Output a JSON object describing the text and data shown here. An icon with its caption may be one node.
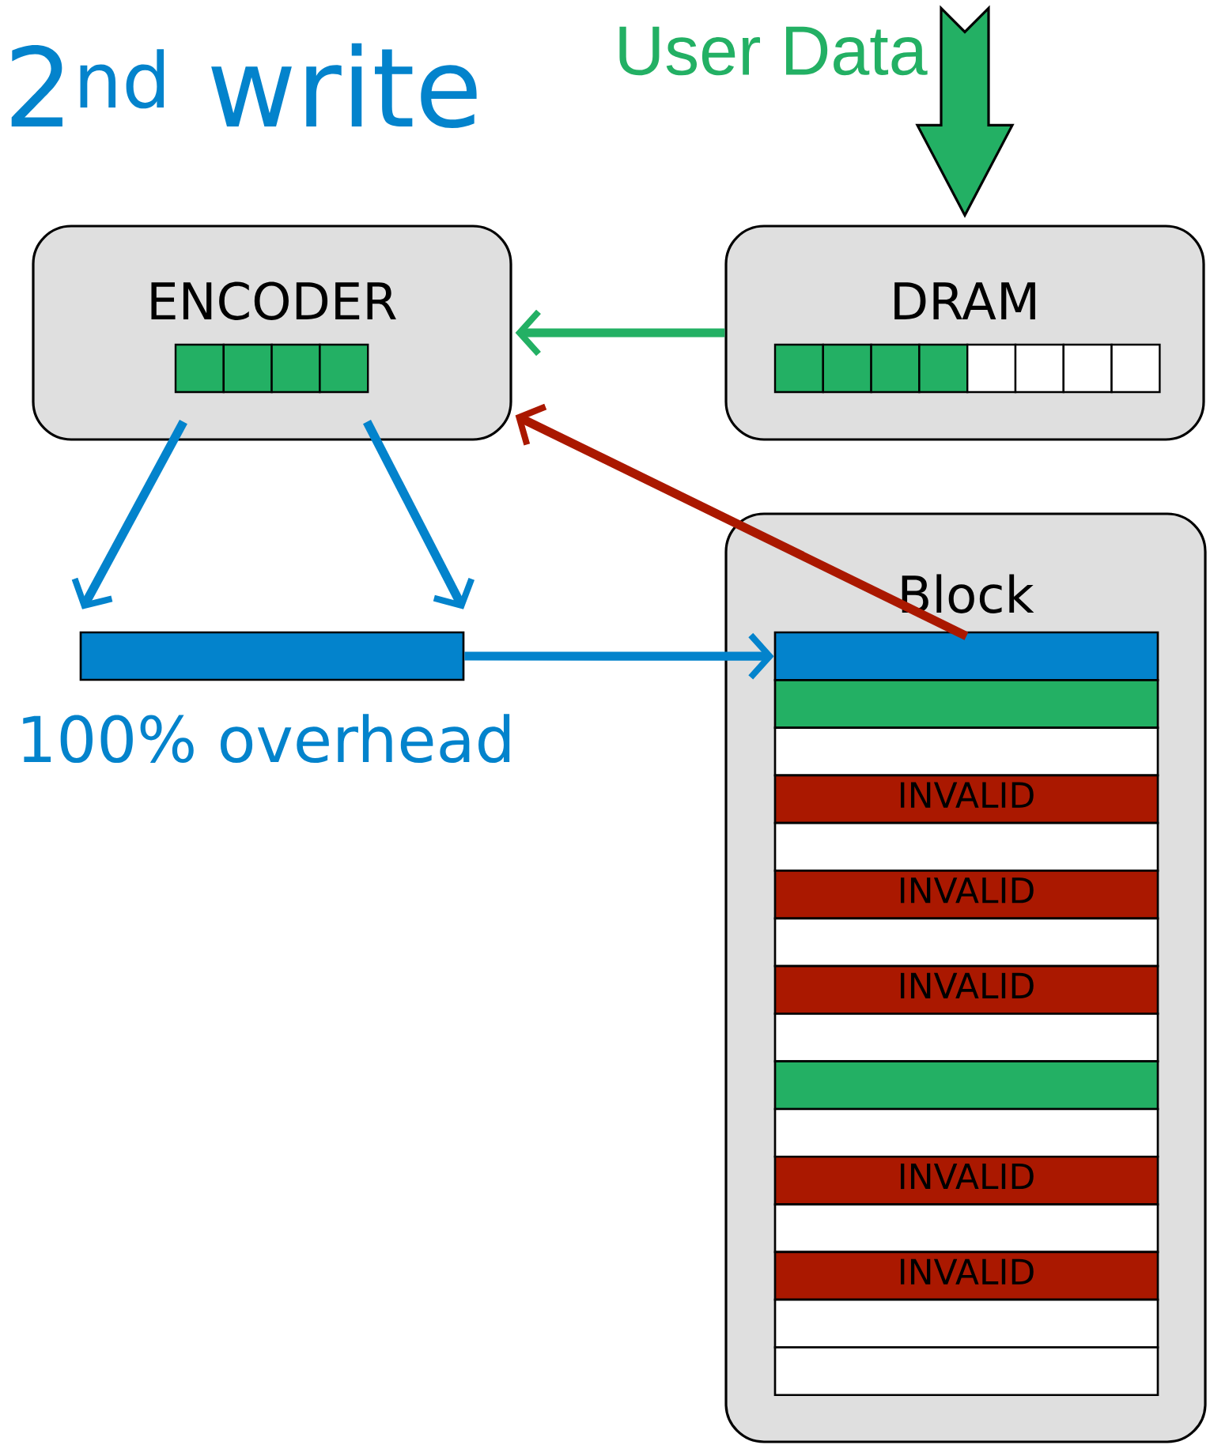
{
  "diagram": {
    "title": "2$^{nd}$ write",
    "nodes": [
      {
        "text": [
          "ENCODER"
        ]
      },
      {
        "text": [
          "DRAM"
        ]
      },
      {
        "text": [],
        "shape": "bar",
        "beside": [
          "100% overhead"
        ]
      },
      {
        "text": [
          "Block"
        ]
      },
      {
        "text": [],
        "shape": "bar",
        "in": 3
      },
      {
        "text": [],
        "shape": "bar",
        "in": 3
      },
      {
        "text": [],
        "shape": "bar",
        "in": 3
      },
      {
        "text": [
          "INVALID"
        ],
        "in": 3
      },
      {
        "text": [],
        "shape": "bar",
        "in": 3
      },
      {
        "text": [
          "INVALID"
        ],
        "in": 3
      },
      {
        "text": [],
        "shape": "bar",
        "in": 3
      },
      {
        "text": [
          "INVALID"
        ],
        "in": 3
      },
      {
        "text": [],
        "shape": "bar",
        "in": 3
      },
      {
        "text": [],
        "shape": "bar",
        "in": 3
      },
      {
        "text": [],
        "shape": "bar",
        "in": 3
      },
      {
        "text": [
          "INVALID"
        ],
        "in": 3
      },
      {
        "text": [],
        "shape": "bar",
        "in": 3
      },
      {
        "text": [
          "INVALID"
        ],
        "in": 3
      },
      {
        "text": [],
        "shape": "bar",
        "in": 3
      },
      {
        "text": [],
        "shape": "bar",
        "in": 3
      }
    ],
    "edges": [
      {
        "from": null,
        "to": 1,
        "arrow": "to",
        "label": "User Data",
        "style": "thick",
        "color": "#23b064"
      },
      {
        "from": 1,
        "to": 0,
        "arrow": "to",
        "color": "#23b064"
      },
      {
        "from": 4,
        "to": 0,
        "arrow": "to",
        "color": "#aa1800"
      },
      {
        "from": 0,
        "to": 2,
        "arrow": "to"
      },
      {
        "from": 0,
        "to": 2,
        "arrow": "to"
      },
      {
        "from": 2,
        "to": 4,
        "arrow": "to"
      }
    ]
  }
}
